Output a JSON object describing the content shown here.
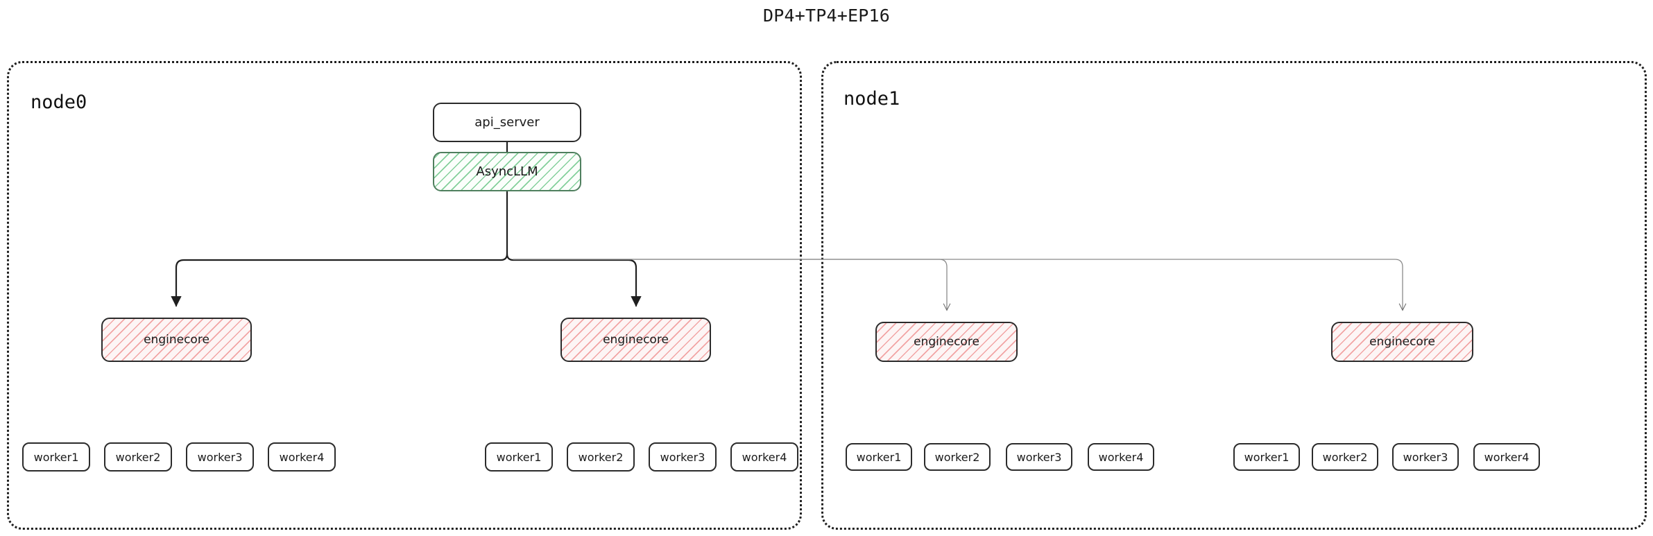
{
  "title": "DP4+TP4+EP16",
  "colors": {
    "node_border": "#1f1f1f",
    "box_border": "#2b2b2b",
    "async_hatch": "#7dcd96",
    "async_border": "#4f7f5e",
    "engine_hatch": "#f09696",
    "edge_black": "#1f1f1f",
    "edge_gray": "#808080",
    "text": "#1a1a1a",
    "background": "#ffffff"
  },
  "nodes": [
    {
      "id": "node0",
      "label": "node0",
      "api_server": {
        "label": "api_server"
      },
      "async_llm": {
        "label": "AsyncLLM"
      },
      "enginecores": [
        {
          "label": "enginecore"
        },
        {
          "label": "enginecore"
        }
      ],
      "worker_groups": [
        {
          "workers": [
            "worker1",
            "worker2",
            "worker3",
            "worker4"
          ]
        },
        {
          "workers": [
            "worker1",
            "worker2",
            "worker3",
            "worker4"
          ]
        }
      ]
    },
    {
      "id": "node1",
      "label": "node1",
      "enginecores": [
        {
          "label": "enginecore"
        },
        {
          "label": "enginecore"
        }
      ],
      "worker_groups": [
        {
          "workers": [
            "worker1",
            "worker2",
            "worker3",
            "worker4"
          ]
        },
        {
          "workers": [
            "worker1",
            "worker2",
            "worker3",
            "worker4"
          ]
        }
      ]
    }
  ]
}
